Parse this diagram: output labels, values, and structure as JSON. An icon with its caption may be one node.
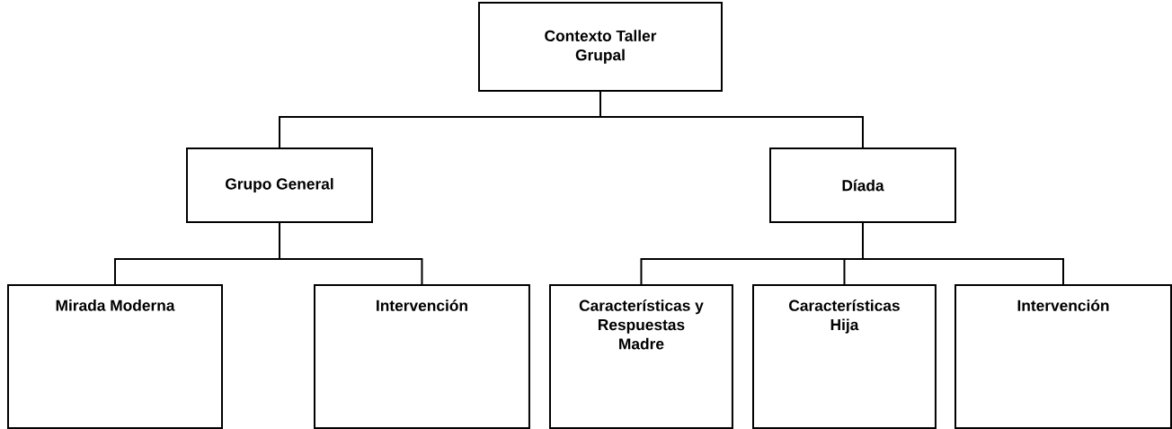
{
  "diagram": {
    "nodes": [
      {
        "text": [
          "Contexto Taller Grupal"
        ]
      },
      {
        "text": [
          "Grupo General"
        ]
      },
      {
        "text": [
          "Díada"
        ]
      },
      {
        "text": [
          "Mirada Moderna"
        ]
      },
      {
        "text": [
          "Intervención"
        ]
      },
      {
        "text": [
          "Características y Respuestas Madre"
        ]
      },
      {
        "text": [
          "Características Hija"
        ]
      },
      {
        "text": [
          "Intervención"
        ]
      }
    ],
    "edges": [
      {
        "from": 0,
        "to": 1,
        "arrow": "none"
      },
      {
        "from": 0,
        "to": 2,
        "arrow": "none"
      },
      {
        "from": 1,
        "to": 3,
        "arrow": "none"
      },
      {
        "from": 1,
        "to": 4,
        "arrow": "none"
      },
      {
        "from": 2,
        "to": 5,
        "arrow": "none"
      },
      {
        "from": 2,
        "to": 6,
        "arrow": "none"
      },
      {
        "from": 2,
        "to": 7,
        "arrow": "none"
      }
    ]
  }
}
